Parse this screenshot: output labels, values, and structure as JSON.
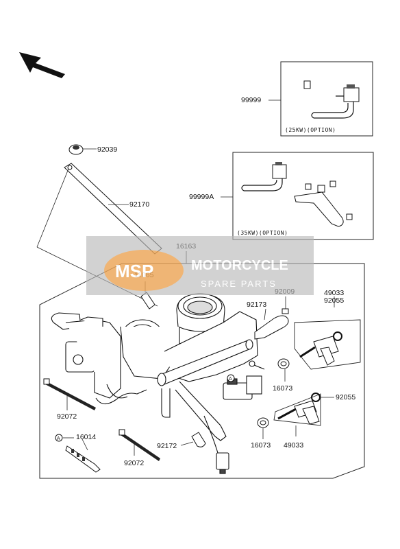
{
  "watermark": {
    "logo": "MSP",
    "line1": "MOTORCYCLE",
    "line2": "SPARE PARTS"
  },
  "options": {
    "kw25": "(25KW)(OPTION)",
    "kw35": "(35KW)(OPTION)"
  },
  "callouts": {
    "p99999": "99999",
    "p99999A": "99999A",
    "p92039": "92039",
    "p92170": "92170",
    "p16163": "16163",
    "p11065": "11065",
    "p92173": "92173",
    "p92009": "92009",
    "p49033a": "49033",
    "p92055a": "92055",
    "p16073a": "16073",
    "p92055b": "92055",
    "p16073b": "16073",
    "p49033b": "49033",
    "p92072a": "92072",
    "p16014": "16014",
    "p92072b": "92072",
    "p92172": "92172"
  },
  "ref_marks": {
    "a1": "A",
    "a2": "A"
  }
}
